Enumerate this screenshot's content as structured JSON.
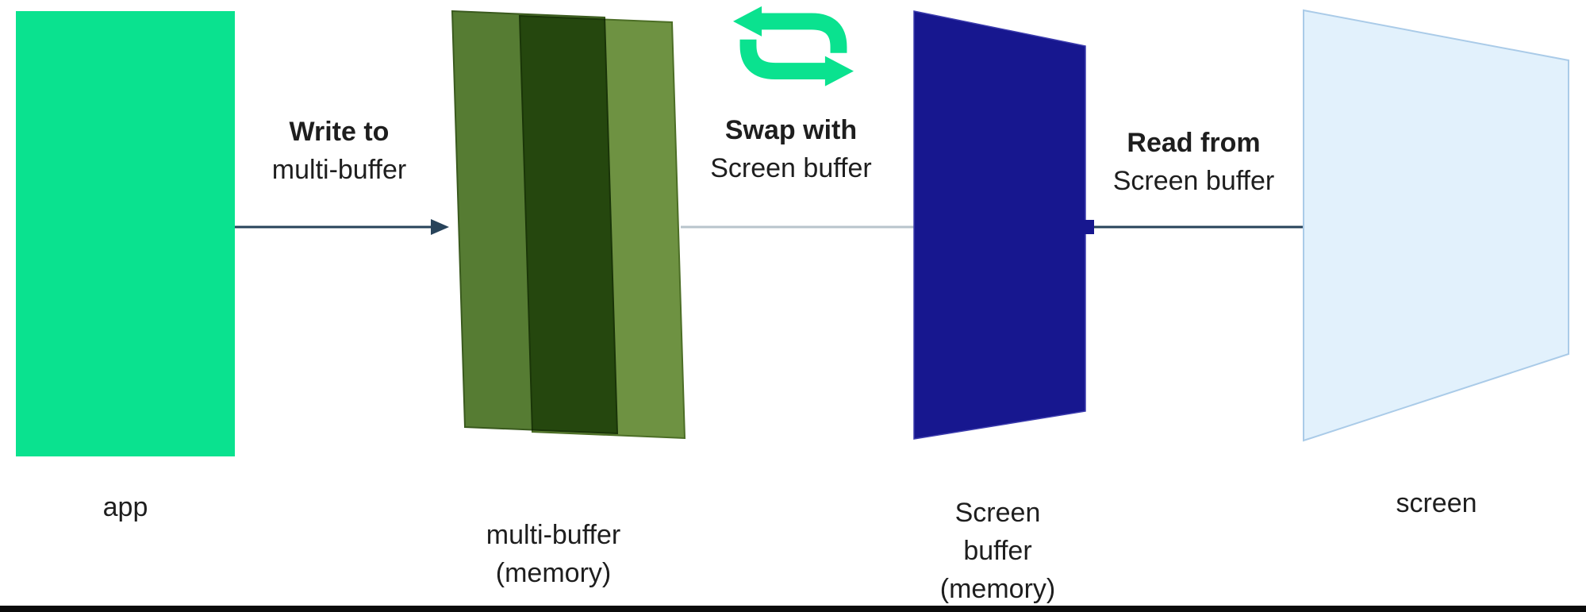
{
  "colors": {
    "accent_green": "#0AE28F",
    "buffer_back_green": "#567C33",
    "buffer_front_green": "#6E9242",
    "screen_buffer_navy": "#17178F",
    "screen_blue": "#E2F1FC",
    "arrow_dark": "#27435A",
    "connector_gray": "#B8C4CC"
  },
  "nodes": {
    "app": {
      "label": "app"
    },
    "multi_buffer": {
      "label": [
        "multi-buffer",
        "(memory)"
      ]
    },
    "screen_buffer": {
      "label": [
        "Screen",
        "buffer",
        "(memory)"
      ]
    },
    "screen": {
      "label": "screen"
    }
  },
  "edges": {
    "write": {
      "emphasis": "Write to",
      "text": "multi-buffer"
    },
    "swap": {
      "emphasis": "Swap with",
      "text": "Screen buffer"
    },
    "read": {
      "emphasis": "Read from",
      "text": "Screen buffer"
    }
  },
  "icons": {
    "swap": "swap-loop-arrows-icon"
  }
}
